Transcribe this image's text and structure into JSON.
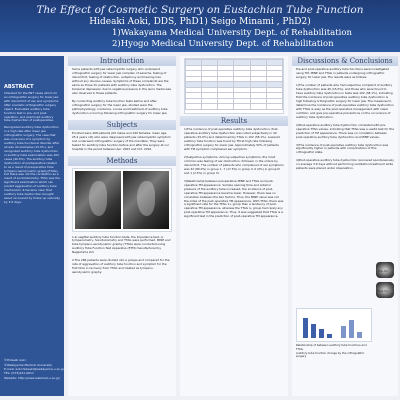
{
  "header": {
    "title": "The Effect of Cosmetic Surgery on Eustachian Tube Function",
    "authors": "Hideaki Aoki, DDS, PhD1)   Seigo Minami , PhD2)",
    "aff1": "1)Wakayama Medical University Dept. of Rehabilitation",
    "aff2": "2)Hyogo Medical University Dept. of Rehabilitation"
  },
  "left": {
    "abstract_title": "ABSTRACT",
    "abstract_p1": "Intended for the ENT cases which do an orthognathic surgery for lower jaw with discomfort of ear and symptoms after cosmetic orthognathic surgery object. Evaluated auditory tube function test in pre- and post-operation, and examined auditory tube dysfunction of postoperative.",
    "abstract_p2": "Recognized auditory tube dysfunction in a high rate after lower jaw orthognathic surgery. The case that was conscious of a symptom by auditory tube functional disorder after all was 40 examples (15.0%), and recognized auditory tube dysfunction in auditory tube examination was 102 cases (40.4%). The auditory tube dysfunction of postoperative related to as a result of preoperative Tube tympano-aerodynamic graphy(TTAG), but there was not the correlation as a result of sonotubometry. TTAG was the significant examination which can predict aggravation of auditory tube mechanism. It became clear that auditory tube dysfunction brought about recovered by follow up naturally by 3-6 days.",
    "contact": "©Hideaki Aoki\n©Wakayama Medical University\nE-mail: aoki.hideaki@wakayama-u.ac.jp\nTEL: (073)441-0611\nWebsite: http://www.wakmed-u.ac.jp/"
  },
  "mid1": {
    "intro_title": "Introduction",
    "intro_p1": "Some patients with jaw osteomyelitic surgery who underwent orthognathic surgery for lower jaw complain of earache, feeling of discomfort, feeling of obstruction, autophony and hearing loss without any obvious causes. Symptoms of these complaints are the same as those for patients with auditory tube dysfunction. The temporal depression due to negative pressure in the auris media was also observed in these patients.",
    "intro_p2": "By conducting auditory tube function tests before and after orthognathic surgery for the lower jaw, studied were the pathophysiology, incidence, course and treatment of auditory tube dysfunction occurring following orthognathic surgery for lower jaw.",
    "subjects_title": "Subjects",
    "subjects_p1": "Enrolled were 268 patients (69 males and 199 females; mean age, 25.2 years old) who were diagnosed with jaw osteomyelitic symptom and underwent orthognathic surgery of the mandible. They were tested for auditory tube function before and after the surgery at our hospital in the period between Apr. 2003 and Oct. 2010.",
    "methods_title": "Methods",
    "methods_p1": "1.In sagittal auditory tube function tests, the impedance test, or tympanometry, Sonotubometry and TTAG were performed. MINE and tube tympano-aerodynamic graphy (TTAG) were conducted using Auditory Tube Function Test Apparatus (ETM) manufactured by Nagashima Ltd.",
    "methods_p2": "2.The 268 patients were divided into a groups and compared for the rate of aggravation of auditory tube function and symptom for the first time in recovery from TTAG and treated as tympano-aerodynamic graphy."
  },
  "mid2": {
    "results_title": "Results",
    "results_p1": "1)The incidence of post-operative auditory tube dysfunction: Post-operative auditory tube dysfunction was noted subjectively in 40 patients (15.0%) and determined by TTAG in 102 (38.1%). Lowered auditory tube function was found by TM at high rate following orthognathic surgery for lower jaw. Approximately 50% of patients with TM symptom complained ear symptom.",
    "results_p2": "2)Subjective symptoms: Among subjective symptoms, the most common was feeling of ear obstruction, followed, in the orders by discomfort. The number of patients who complained of ear symptoms was 32 (80.0%) in group 1, 7 (17.5%) in group II, 0 (0%) in group III and 1 (2.5%) in group IV.",
    "results_p3": "3)Relationship between preoperative MINE and TTAG and post-operative TM appearance: Sample opening time and anterior pressure of the auditory tube increased, the incidence of post-operative TM appearance became lower. However, there was no correlation between the two factors. Thus, the MINE value was not the index of the post-operative TM appearance. With TTAG, there was a significant rate for the TTAG 1+ group than a tendency of post-operative TM appearance, whereas the TTAG I+ group had rarely any post-operative TM appearance. Thus, it was suggested that TTAG is a significant test in the prediction of post-operative TM appearance."
  },
  "right": {
    "disc_title": "Discussions & Conclusions",
    "disc_p1": "Pre-and post-operative auditory tube functions were investigated using TM, MINE and TTAG in patients undergoing orthognathic surgery for lower jaw. The results were as follows:",
    "disc_p2": "1)The number of patients who had subjective complaint of auditory tube dysfunction was 40 (15.0%), and those who were found to have auditory tube dysfunction in tests was 102 (38.1%), indicating that the incidence of post-operative auditory tube dysfunction is high following orthognathic surgery for lower jaw. The measures to determine the incidence of post-operative auditory tube dysfunction with TTAG is easy as the post-operative management with nasal nutrition; and give pre-operative precautions on the occurrence of auditory tube dysfunction.",
    "disc_p3": "2)Post-operative auditory tube dysfunction correlated with pre-operative TTAG values, indicating that TTAG was a useful test for the prediction of TM appearance. There was no correlation between post-operative auditory tube dysfunction and MINE values.",
    "disc_p4": "3)The incidence of post-operative auditory tube dysfunction was significantly higher in patients with complications of this orthognathic state.",
    "disc_p5": "4)Post-operative auditory tube dysfunction recovered spontaneously on average 3-6 days without performing ventilation treatment while patients were placed under observation.",
    "pre_op": "Pre-Op",
    "post_op": "Post-Op",
    "caption": "Relationship of between auditory tube functions and TTAG\nAuditory tube function change by the orthognathic surgery"
  }
}
